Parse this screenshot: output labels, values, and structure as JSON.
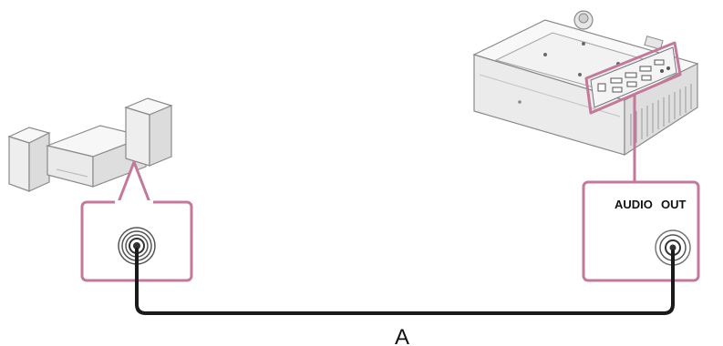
{
  "diagram": {
    "port_label_left": "AUDIO",
    "port_label_right": "OUT",
    "cable_label": "A"
  },
  "colors": {
    "highlight": "#c4789a",
    "device_stroke": "#8a8a8a",
    "device_fill": "#f2f2f2",
    "device_shade": "#d8d8d8",
    "cable": "#1a1a1a",
    "jack_ring": "#555555"
  }
}
